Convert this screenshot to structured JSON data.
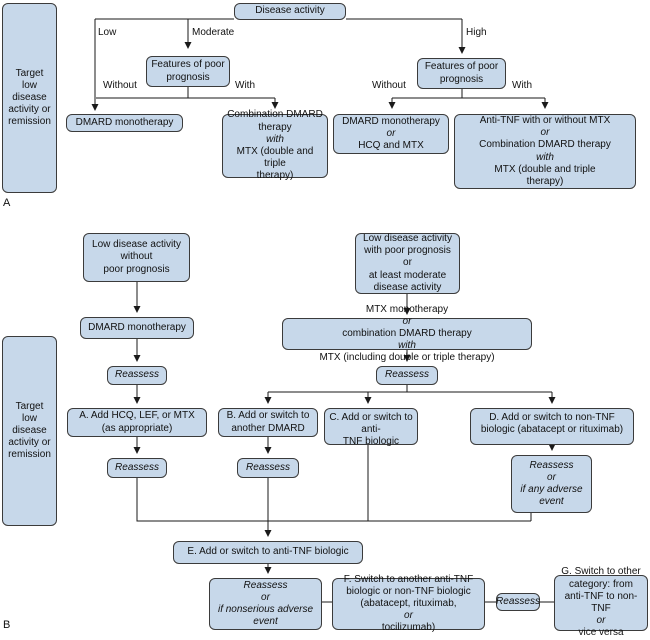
{
  "panel_a": {
    "letter": "A",
    "target": [
      "Target",
      "low",
      "disease",
      "activity or",
      "remission"
    ],
    "disease_activity": "Disease activity",
    "label_low": "Low",
    "label_moderate": "Moderate",
    "label_high": "High",
    "poor_prognosis_mod": [
      "Features of poor",
      "prognosis"
    ],
    "poor_prognosis_high": [
      "Features of poor",
      "prognosis"
    ],
    "without_1": "Without",
    "with_1": "With",
    "without_2": "Without",
    "with_2": "With",
    "dmard_mono": "DMARD monotherapy",
    "combo": [
      "Combination DMARD",
      "therapy",
      "with",
      "MTX (double and triple",
      "therapy)"
    ],
    "dmard_or_hcq": [
      "DMARD monotherapy",
      "or",
      "HCQ and MTX"
    ],
    "anti_tnf": [
      "Anti-TNF with or without MTX",
      "or",
      "Combination DMARD therapy",
      "with",
      "MTX (double and triple",
      "therapy)"
    ]
  },
  "panel_b": {
    "letter": "B",
    "target": [
      "Target",
      "low",
      "disease",
      "activity or",
      "remission"
    ],
    "low_no_prog": [
      "Low disease activity",
      "without",
      "poor prognosis"
    ],
    "low_with_prog": [
      "Low disease activity",
      "with poor prognosis",
      "or",
      "at least moderate",
      "disease activity"
    ],
    "dmard_mono": "DMARD monotherapy",
    "mtx_mono": {
      "a": "MTX monotherapy ",
      "b": "or",
      "c": " combination DMARD therapy",
      "d": "with",
      "e": " MTX (including double or triple therapy)"
    },
    "reassess": "Reassess",
    "reassess_or_adverse": [
      "Reassess",
      "or",
      "if any adverse",
      "event"
    ],
    "reassess_or_nonserious": [
      "Reassess",
      "or",
      "if nonserious adverse",
      "event"
    ],
    "step_a": [
      "A. Add HCQ, LEF, or MTX",
      "(as appropriate)"
    ],
    "step_b": [
      "B. Add or switch to",
      "another DMARD"
    ],
    "step_c": [
      "C. Add or switch to anti-",
      "TNF biologic"
    ],
    "step_d": [
      "D. Add or switch to non-TNF",
      "biologic (abatacept or rituximab)"
    ],
    "step_e": "E. Add or switch to anti-TNF biologic",
    "step_f": {
      "l1": "F. Switch to another anti-TNF",
      "l2": "biologic or non-TNF biologic",
      "l3a": "(abatacept, rituximab, ",
      "l3b": "or",
      "l4": "tocilizumab)"
    },
    "step_g": {
      "l1": "G. Switch to other",
      "l2": "category: from",
      "l3": "anti-TNF to non-",
      "l4a": "TNF ",
      "l4b": "or",
      "l4c": " vice versa"
    }
  }
}
